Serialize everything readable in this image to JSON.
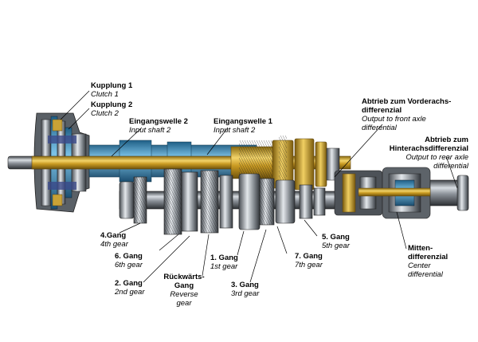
{
  "labels": {
    "clutch1": {
      "de": "Kupplung 1",
      "en": "Clutch 1"
    },
    "clutch2": {
      "de": "Kupplung 2",
      "en": "Clutch 2"
    },
    "input2": {
      "de": "Eingangswelle 2",
      "en": "Input shaft 2"
    },
    "input1": {
      "de": "Eingangswelle 1",
      "en": "Input shaft 2"
    },
    "front_diff": {
      "de": "Abtrieb zum Vorderachs-",
      "de2": "differenzial",
      "en": "Output to front axle",
      "en2": "differential"
    },
    "rear_diff": {
      "de": "Abtrieb zum",
      "de2": "Hinterachsdifferenzial",
      "en": "Output to rear axle",
      "en2": "differential"
    },
    "gear4": {
      "de": "4.Gang",
      "en": "4th gear"
    },
    "gear6": {
      "de": "6. Gang",
      "en": "6th gear"
    },
    "gear2": {
      "de": "2. Gang",
      "en": "2nd gear"
    },
    "reverse": {
      "de": "Rückwärts-",
      "de2": "Gang",
      "en": "Reverse",
      "en2": "gear"
    },
    "gear1": {
      "de": "1. Gang",
      "en": "1st gear"
    },
    "gear3": {
      "de": "3. Gang",
      "en": "3rd gear"
    },
    "gear7": {
      "de": "7. Gang",
      "en": "7th gear"
    },
    "gear5": {
      "de": "5. Gang",
      "en": "5th gear"
    },
    "center_diff": {
      "de": "Mitten-",
      "de2": "differenzial",
      "en": "Center",
      "en2": "differential"
    }
  }
}
